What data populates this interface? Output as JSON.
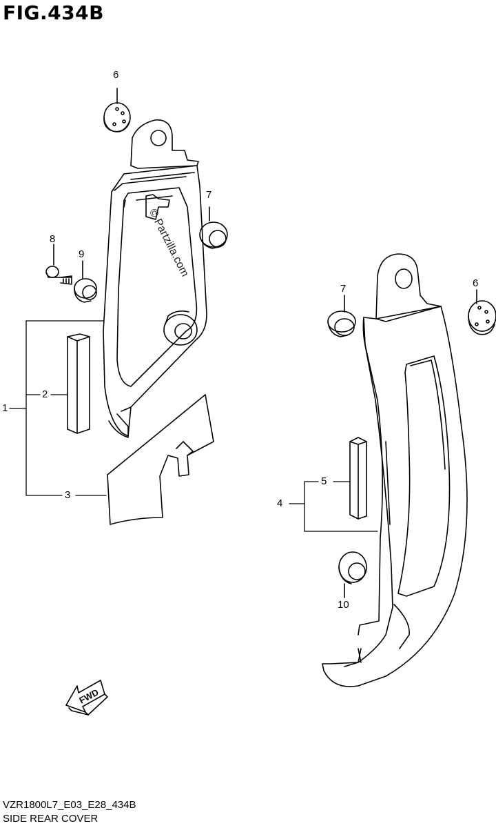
{
  "figure": {
    "title": "FIG.434B",
    "code": "VZR1800L7_E03_E28_434B",
    "name": "SIDE REAR COVER"
  },
  "watermark": "© Partzilla.com",
  "arrow_label": "FWD",
  "callouts": {
    "c1": "1",
    "c2": "2",
    "c3": "3",
    "c4": "4",
    "c5": "5",
    "c6a": "6",
    "c6b": "6",
    "c7a": "7",
    "c7b": "7",
    "c8": "8",
    "c9": "9",
    "c10": "10"
  }
}
